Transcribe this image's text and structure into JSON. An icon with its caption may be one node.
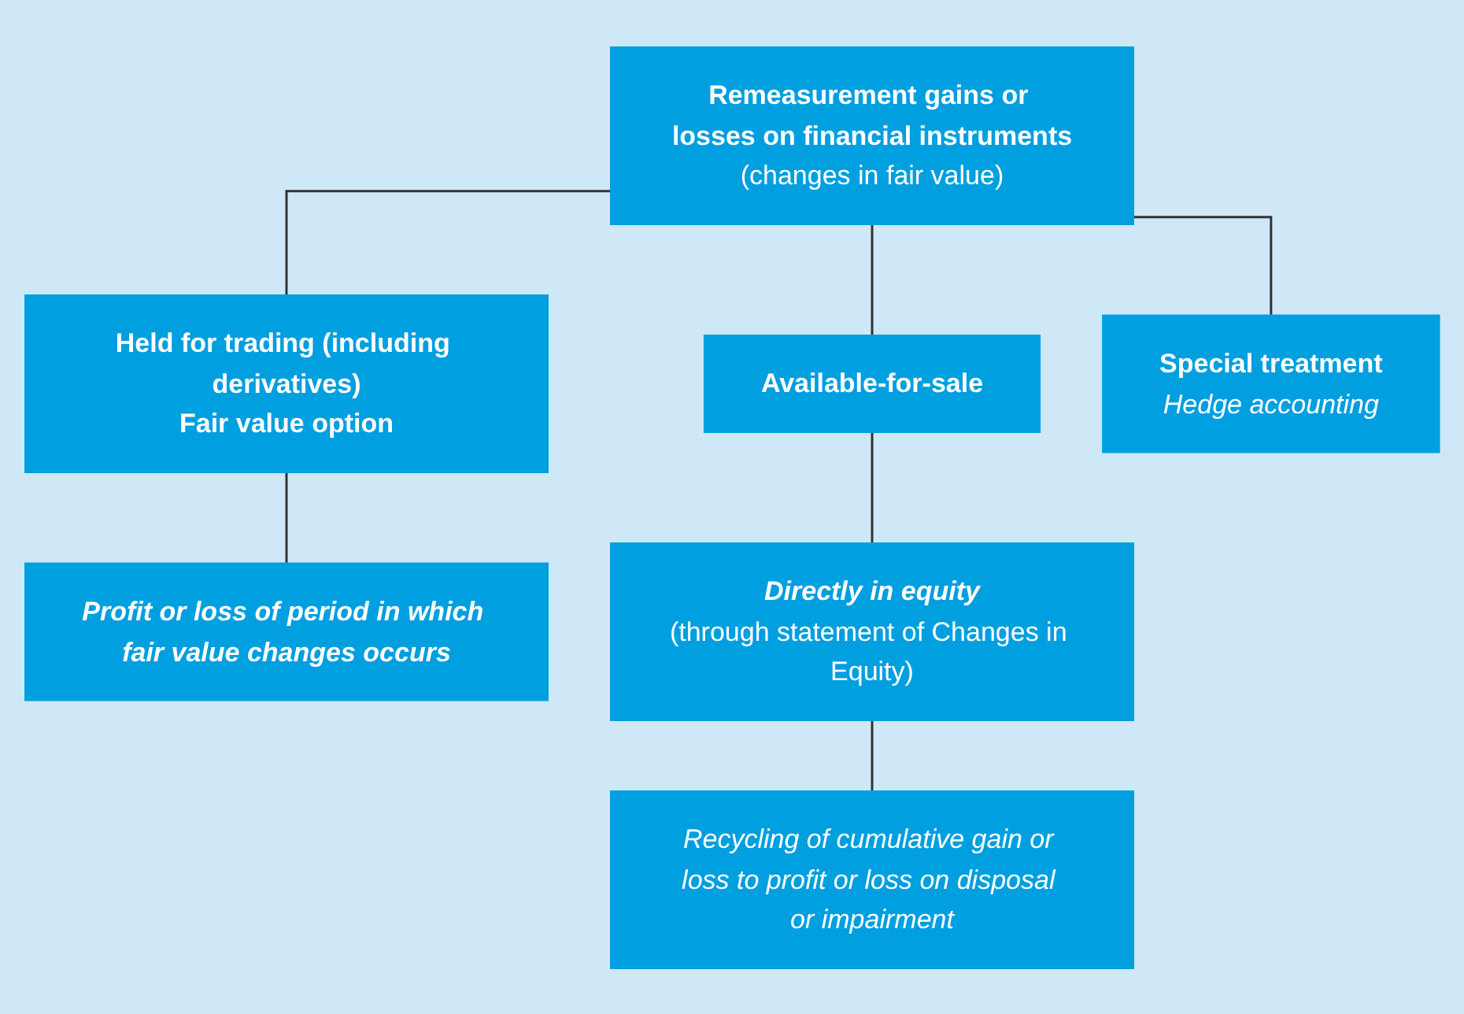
{
  "diagram": {
    "nodes": [
      {
        "text": [
          "Remeasurement gains or losses on financial instruments",
          "(changes in fair value)"
        ]
      },
      {
        "text": [
          "Held for trading (including derivatives)",
          "Fair value option"
        ]
      },
      {
        "text": [
          "Available-for-sale"
        ]
      },
      {
        "text": [
          "Special treatment",
          "Hedge accounting"
        ]
      },
      {
        "text": [
          "Profit or loss of period in which fair value changes occurs"
        ]
      },
      {
        "text": [
          "Directly in equity",
          "(through statement of Changes in Equity)"
        ]
      },
      {
        "text": [
          "Recycling of cumulative gain or loss to profit or loss on disposal or impairment"
        ]
      }
    ],
    "edges": [
      {
        "from": 0,
        "to": 1,
        "arrow": "none"
      },
      {
        "from": 0,
        "to": 2,
        "arrow": "none"
      },
      {
        "from": 0,
        "to": 3,
        "arrow": "none"
      },
      {
        "from": 1,
        "to": 4,
        "arrow": "none"
      },
      {
        "from": 2,
        "to": 5,
        "arrow": "none"
      },
      {
        "from": 5,
        "to": 6,
        "arrow": "none"
      }
    ]
  }
}
